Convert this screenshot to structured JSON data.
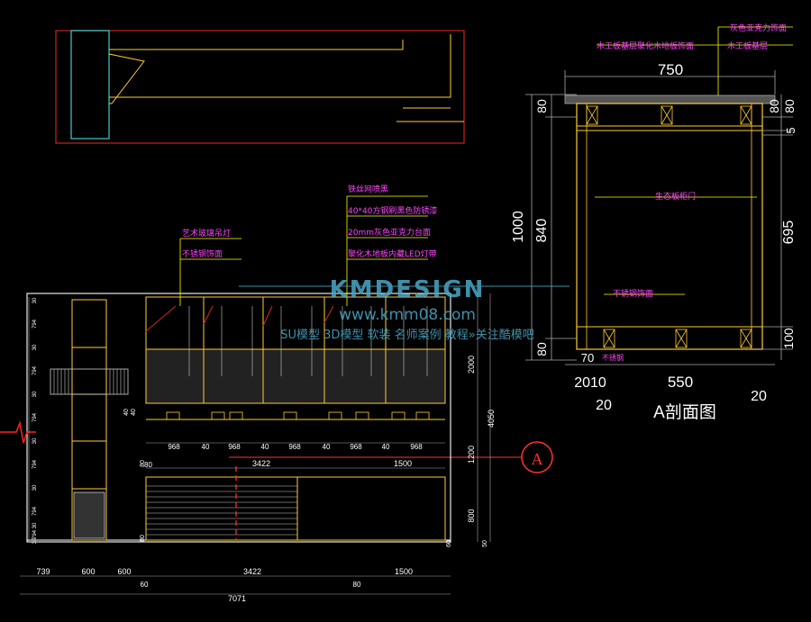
{
  "watermark": {
    "brand": "KMDESIGN",
    "url": "www.kmm08.com",
    "tagline": "SU模型 3D模型 软装 名师案例 教程»关注酷模吧"
  },
  "section": {
    "title": "A剖面图",
    "top_width": "750",
    "bottom_width": "550",
    "bottom_left_a": "2010",
    "bottom_left_b": "20",
    "bottom_right": "20",
    "left_total": "1000",
    "left_top": "80",
    "left_mid": "840",
    "left_bottom": "80",
    "right_a": "80",
    "right_b": "80",
    "right_c": "5",
    "right_main": "695",
    "right_bottom": "100",
    "left_small": "70",
    "notes": [
      "灰色亚克力饰面",
      "木工板基层聚化木地板饰面",
      "木工板基层",
      "生态板柜门",
      "不锈钢饰面",
      "不锈钢"
    ]
  },
  "elevation": {
    "notes": [
      "铁丝网喷黑",
      "40*40方钢刷黑色防锈漆",
      "20mm灰色亚克力台面",
      "聚化木地板内藏LED灯带",
      "艺术玻璃吊灯",
      "不锈钢饰面"
    ],
    "callout": "A",
    "bottom_dims": [
      "739",
      "600",
      "600",
      "3422",
      "1500"
    ],
    "bottom_small": [
      "60",
      "80"
    ],
    "total": "7071",
    "mid_dims": [
      "968",
      "40",
      "968",
      "40",
      "968",
      "40",
      "968",
      "40",
      "968"
    ],
    "lower_dims": [
      "80",
      "3422",
      "1500"
    ],
    "right_dims": [
      "2000",
      "1200",
      "800",
      "4050"
    ],
    "right_small": [
      "40",
      "40",
      "80",
      "80",
      "60",
      "50"
    ],
    "left_dims": [
      "30",
      "794",
      "30",
      "794",
      "30",
      "794",
      "30",
      "794",
      "30",
      "794",
      "30",
      "794",
      "30"
    ]
  }
}
